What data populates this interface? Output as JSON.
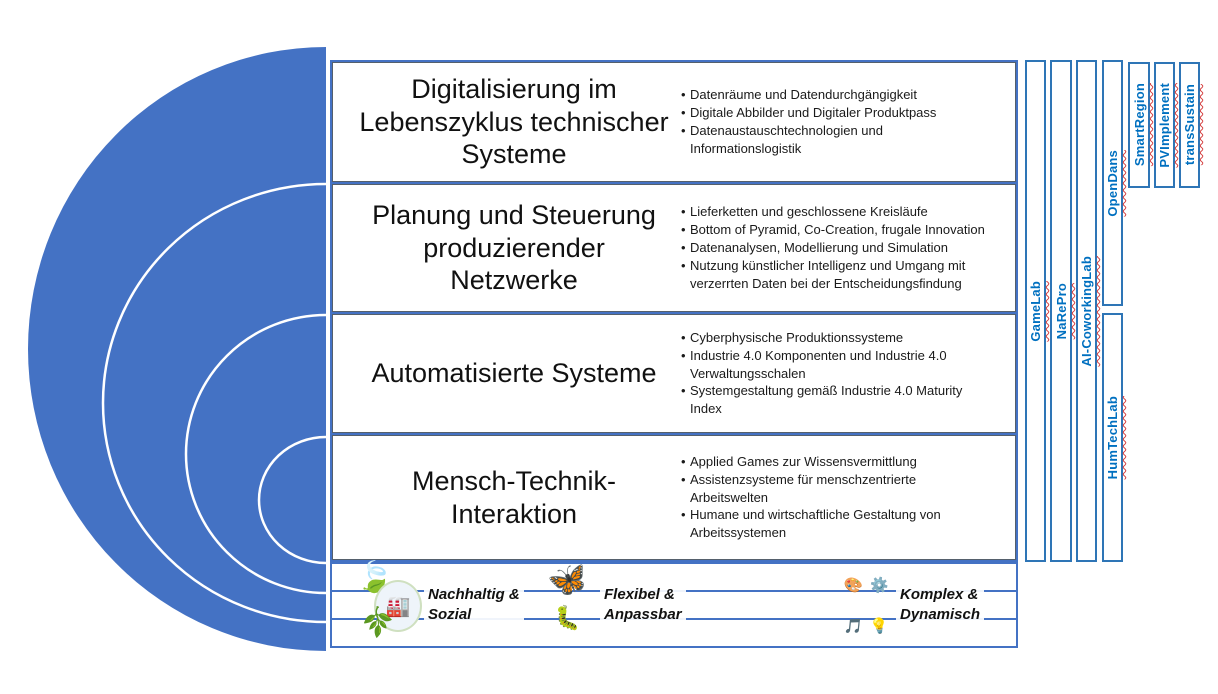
{
  "rows": [
    {
      "title": "Digitalisierung im\nLebenszyklus technischer\nSysteme",
      "bullets": [
        "Datenräume und Datendurchgängigkeit",
        "Digitale Abbilder und Digitaler Produktpass",
        "Datenaustauschtechnologien und\nInformationslogistik"
      ]
    },
    {
      "title": "Planung und Steuerung\nproduzierender\nNetzwerke",
      "bullets": [
        "Lieferketten und geschlossene Kreisläufe",
        "Bottom of Pyramid, Co-Creation, frugale Innovation",
        "Datenanalysen, Modellierung und Simulation",
        "Nutzung künstlicher Intelligenz und Umgang mit\nverzerrten Daten bei der Entscheidungsfindung"
      ]
    },
    {
      "title": "Automatisierte Systeme",
      "bullets": [
        "Cyberphysische Produktionssysteme",
        "Industrie 4.0 Komponenten und Industrie 4.0\nVerwaltungsschalen",
        "Systemgestaltung gemäß Industrie 4.0 Maturity\nIndex"
      ]
    },
    {
      "title": "Mensch-Technik-\nInteraktion",
      "bullets": [
        "Applied Games zur Wissensvermittlung",
        "Assistenzsysteme für menschzentrierte\nArbeitswelten",
        "Humane und wirtschaftliche Gestaltung von\nArbeitssystemen"
      ]
    }
  ],
  "bottom": {
    "groups": [
      {
        "icon": "eco-factory-icon",
        "label": "Nachhaltig &\nSozial"
      },
      {
        "icon": "butterfly-caterpillar-icon",
        "label": "Flexibel &\nAnpassbar"
      },
      {
        "icon": "icon-collage-tree",
        "label": "Komplex &\nDynamisch"
      }
    ],
    "glyphs": {
      "leaf": "🍃",
      "leaf_small": "🌿",
      "factory": "🏭",
      "butterfly": "🦋",
      "caterpillar": "🐛",
      "collage": [
        "🎨",
        "⚙️",
        "🎵",
        "💡"
      ]
    }
  },
  "side_labels": {
    "gamelab": "GameLab",
    "narepro": "NaRePro",
    "ai_coworkinglab": "AI-CoworkingLab",
    "opendans": "OpenDans",
    "humtechlab": "HumTechLab",
    "smartregion": "SmartRegion",
    "pvimplement": "PVImplement",
    "transsustain": "transSustain"
  },
  "colors": {
    "ring_blue": "#4472C4",
    "column_border_blue": "#2E75B6",
    "link_label_blue": "#0070C0",
    "spellcheck_red": "#d43c3c"
  }
}
